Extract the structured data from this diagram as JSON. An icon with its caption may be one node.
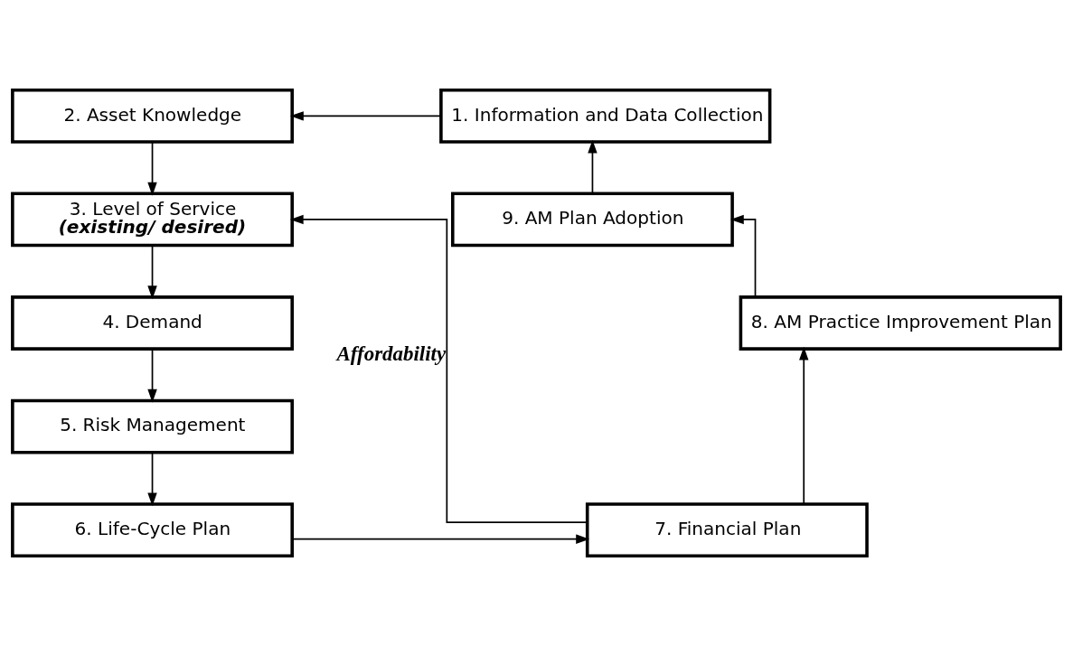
{
  "diagram": {
    "nodes": [
      {
        "text": [
          "1. Information and Data Collection"
        ]
      },
      {
        "text": [
          "2. Asset Knowledge"
        ]
      },
      {
        "text": [
          "3. Level of Service",
          "(existing/ desired)"
        ]
      },
      {
        "text": [
          "4. Demand"
        ]
      },
      {
        "text": [
          "5. Risk Management"
        ]
      },
      {
        "text": [
          "6. Life-Cycle Plan"
        ]
      },
      {
        "text": [
          "7. Financial Plan"
        ]
      },
      {
        "text": [
          "8. AM Practice Improvement Plan"
        ]
      },
      {
        "text": [
          "9. AM Plan Adoption"
        ]
      }
    ],
    "edges": [
      {
        "from": 0,
        "to": 1,
        "arrow": "to"
      },
      {
        "from": 1,
        "to": 2,
        "arrow": "to"
      },
      {
        "from": 2,
        "to": 3,
        "arrow": "to"
      },
      {
        "from": 3,
        "to": 4,
        "arrow": "to"
      },
      {
        "from": 4,
        "to": 5,
        "arrow": "to"
      },
      {
        "from": 5,
        "to": 6,
        "arrow": "to"
      },
      {
        "from": 6,
        "to": 2,
        "arrow": "to",
        "label": "Affordability"
      },
      {
        "from": 6,
        "to": 7,
        "arrow": "to"
      },
      {
        "from": 7,
        "to": 8,
        "arrow": "to"
      },
      {
        "from": 8,
        "to": 0,
        "arrow": "to"
      }
    ]
  }
}
